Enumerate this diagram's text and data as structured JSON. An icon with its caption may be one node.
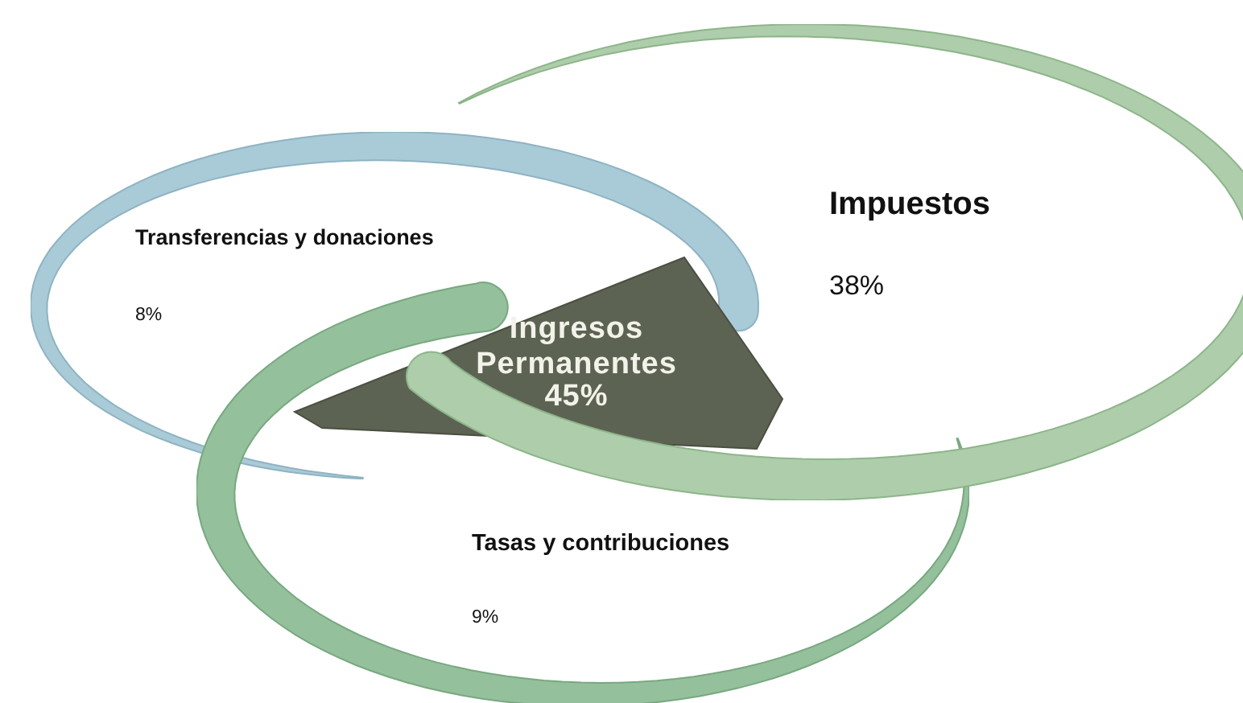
{
  "diagram": {
    "nodes": [
      {
        "text": [
          "Ingresos Permanentes",
          "45%"
        ]
      },
      {
        "text": [
          "Transferencias y donaciones",
          "8%"
        ]
      },
      {
        "text": [
          "Impuestos",
          "38%"
        ]
      },
      {
        "text": [
          "Tasas y contribuciones",
          "9%"
        ]
      }
    ]
  }
}
